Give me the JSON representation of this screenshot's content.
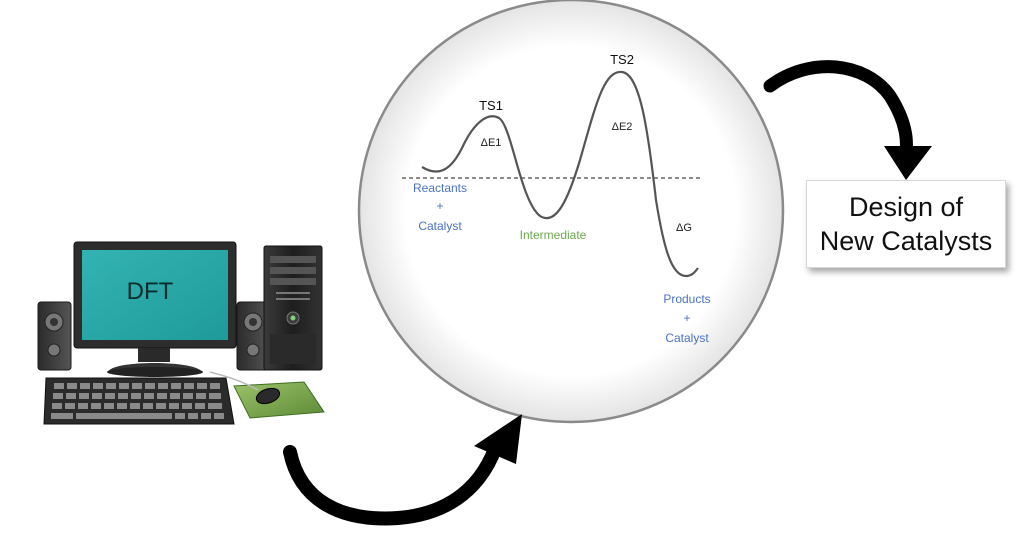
{
  "computer": {
    "screen_label": "DFT"
  },
  "energy_diagram": {
    "ts1": "TS1",
    "ts2": "TS2",
    "de1": "ΔE1",
    "de2": "ΔE2",
    "dg": "ΔG",
    "reactants": [
      "Reactants",
      "+",
      "Catalyst"
    ],
    "intermediate": "Intermediate",
    "products": [
      "Products",
      "+",
      "Catalyst"
    ]
  },
  "design_box": {
    "line1": "Design of",
    "line2": "New Catalysts"
  },
  "colors": {
    "label_blue": "#4a72c4",
    "label_green": "#6aa84f",
    "monitor_screen": "#2aa8a8",
    "arrow": "#000000"
  }
}
